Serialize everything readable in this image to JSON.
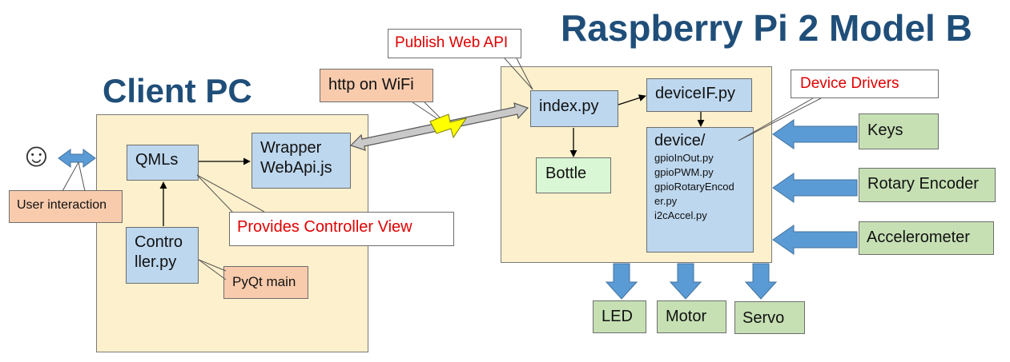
{
  "titles": {
    "client_pc": "Client PC",
    "raspberry_pi": "Raspberry Pi 2 Model B"
  },
  "client": {
    "qmls": "QMLs",
    "wrapper_line1": "Wrapper",
    "wrapper_line2": "WebApi.js",
    "controller_line1": "Contro",
    "controller_line2": "ller.py",
    "pyqt_main": "PyQt main",
    "user_interaction": "User interaction",
    "provides_view": "Provides Controller View",
    "smiley": "☺"
  },
  "link": {
    "http": "http on WiFi",
    "publish": "Publish Web API"
  },
  "pi": {
    "index": "index.py",
    "deviceif": "deviceIF.py",
    "bottle": "Bottle",
    "device_folder": "device/",
    "device_files": [
      "gpioInOut.py",
      "gpioPWM.py",
      "gpioRotaryEncod",
      "er.py",
      "i2cAccel.py"
    ],
    "drivers_callout": "Device Drivers"
  },
  "inputs": [
    "Keys",
    "Rotary Encoder",
    "Accelerometer"
  ],
  "outputs": [
    "LED",
    "Motor",
    "Servo"
  ],
  "colors": {
    "title": "#1f4e79",
    "callout_text": "#e00000",
    "region_fill": "#fdf0cc",
    "blue_box": "#bdd7ee",
    "green_box": "#c6e0b4",
    "salmon_box": "#f8cbad",
    "arrow_blue": "#5b9bd5",
    "lightning": "#ffff00"
  }
}
